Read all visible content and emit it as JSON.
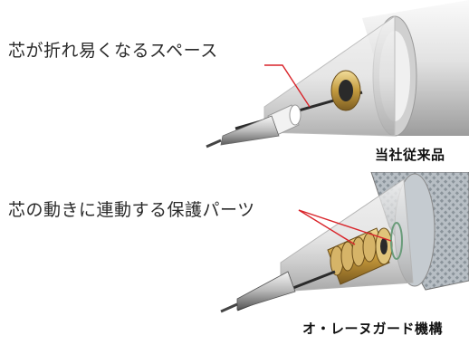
{
  "top": {
    "annotation": "芯が折れ易くなるスペース",
    "caption": "当社従来品"
  },
  "bottom": {
    "annotation": "芯の動きに連動する保護パーツ",
    "caption": "オ・レーヌガード機構"
  },
  "colors": {
    "annotation_line": "#d9242a",
    "metal_light": "#e6e6e6",
    "metal_dark": "#6e6e6e",
    "brass": "#c8a24a",
    "knurl": "#9aa3aa"
  }
}
